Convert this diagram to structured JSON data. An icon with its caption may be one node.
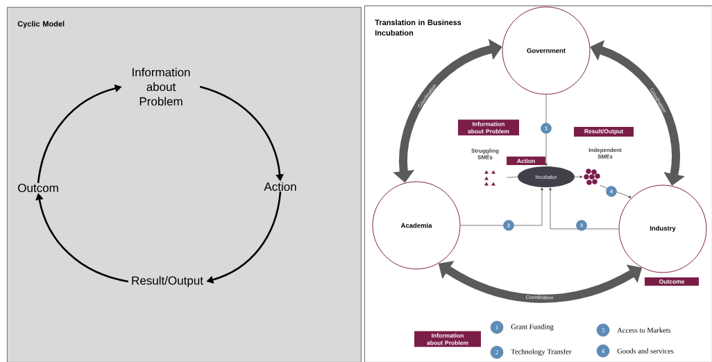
{
  "diagram": {
    "nodes": [
      {
        "text": [
          "Cyclic Model"
        ]
      },
      {
        "text": [
          "Information about Problem"
        ],
        "in": 0
      },
      {
        "text": [
          "Action"
        ],
        "in": 0
      },
      {
        "text": [
          "Result/Output"
        ],
        "in": 0
      },
      {
        "text": [
          "Outcom"
        ],
        "in": 0
      },
      {
        "text": [
          "Translation in Business Incubation"
        ]
      },
      {
        "text": [
          "Government"
        ],
        "in": 5
      },
      {
        "text": [
          "Academia"
        ],
        "in": 5
      },
      {
        "text": [
          "Industry"
        ],
        "in": 5
      },
      {
        "text": [
          "Incubator"
        ],
        "in": 5
      },
      {
        "text": [
          "Information about Problem"
        ],
        "in": 5
      },
      {
        "text": [
          "Action"
        ],
        "in": 5
      },
      {
        "text": [
          "Result/Output"
        ],
        "in": 5
      },
      {
        "text": [],
        "shape": "picture",
        "in": 5
      },
      {
        "text": [],
        "shape": "picture",
        "in": 5
      },
      {
        "text": [
          "Outcome"
        ],
        "in": 5
      },
      {
        "text": [
          "Information about Problem"
        ],
        "in": 5
      }
    ],
    "edges": [
      {
        "from": 1,
        "to": 2,
        "arrow": "to"
      },
      {
        "from": 2,
        "to": 3,
        "arrow": "to"
      },
      {
        "from": 3,
        "to": 4,
        "arrow": "to"
      },
      {
        "from": 4,
        "to": 1,
        "arrow": "to"
      },
      {
        "from": 6,
        "to": 7,
        "arrow": "both",
        "label": "Coordination",
        "style": "thick",
        "color": "#5a5a5a"
      },
      {
        "from": 6,
        "to": 8,
        "arrow": "both",
        "label": "Coordination",
        "style": "thick",
        "color": "#5a5a5a"
      },
      {
        "from": 7,
        "to": 8,
        "arrow": "both",
        "label": "Coordination",
        "style": "thick",
        "color": "#5a5a5a"
      },
      {
        "from": 6,
        "to": 9,
        "arrow": "to",
        "label": "1"
      },
      {
        "from": 7,
        "to": 9,
        "arrow": "to",
        "label": "2"
      },
      {
        "from": 8,
        "to": 9,
        "arrow": "to",
        "label": "3"
      },
      {
        "from": 13,
        "to": 9,
        "arrow": "none"
      },
      {
        "from": 9,
        "to": 14,
        "arrow": "to"
      },
      {
        "from": 14,
        "to": 8,
        "arrow": "to",
        "label": "4"
      }
    ],
    "labels": [
      "Struggling SMEs",
      "Independent SMEs",
      "1",
      "2",
      "3",
      "4"
    ],
    "legend": [
      {
        "text": "Grant Funding"
      },
      {
        "text": "Technology Transfer"
      },
      {
        "text": "Access to Markets"
      },
      {
        "text": "Goods and services"
      }
    ]
  }
}
